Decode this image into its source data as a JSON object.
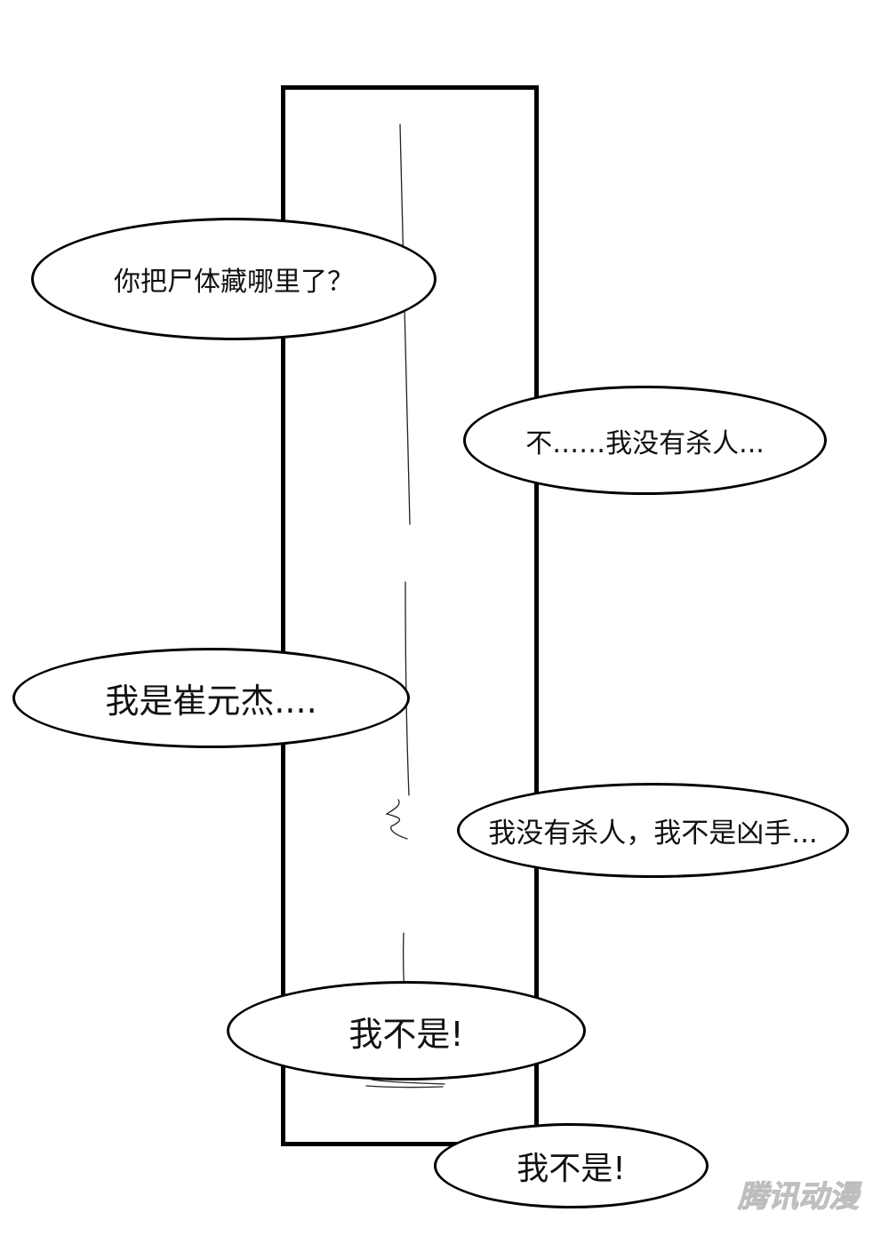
{
  "dialogue": [
    {
      "text": "你把尸体藏哪里了？"
    },
    {
      "text": "不……我没有杀人..."
    },
    {
      "text": "我是崔元杰...."
    },
    {
      "text": "我没有杀人，我不是凶手..."
    },
    {
      "text": "我不是!"
    },
    {
      "text": "我不是!"
    }
  ],
  "watermark": {
    "text": "腾讯动漫"
  },
  "colors": {
    "ink": "#000000",
    "paper": "#ffffff",
    "watermark": "#d0d0d0"
  }
}
